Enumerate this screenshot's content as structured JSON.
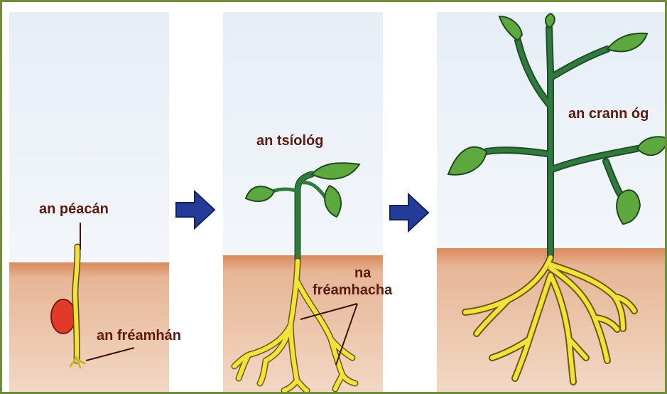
{
  "labels": {
    "sprout": "an péacán",
    "radicle": "an fréamhán",
    "seedling": "an tsíológ",
    "roots_line1": "na",
    "roots_line2": "fréamhacha",
    "young_tree": "an crann óg"
  },
  "colors": {
    "frame": "#6e8c3a",
    "sky": "#dfe9f3",
    "soil": "#e9c4a8",
    "soil_top": "#d98b5f",
    "root_yellow": "#f2e23a",
    "stem_green": "#2f7a3c",
    "leaf_green": "#5da83f",
    "seed_red": "#e23a2a",
    "arrow_blue": "#233c9a",
    "label_text": "#5c1a0e"
  },
  "icons": [
    "right-arrow-icon",
    "right-arrow-icon"
  ]
}
